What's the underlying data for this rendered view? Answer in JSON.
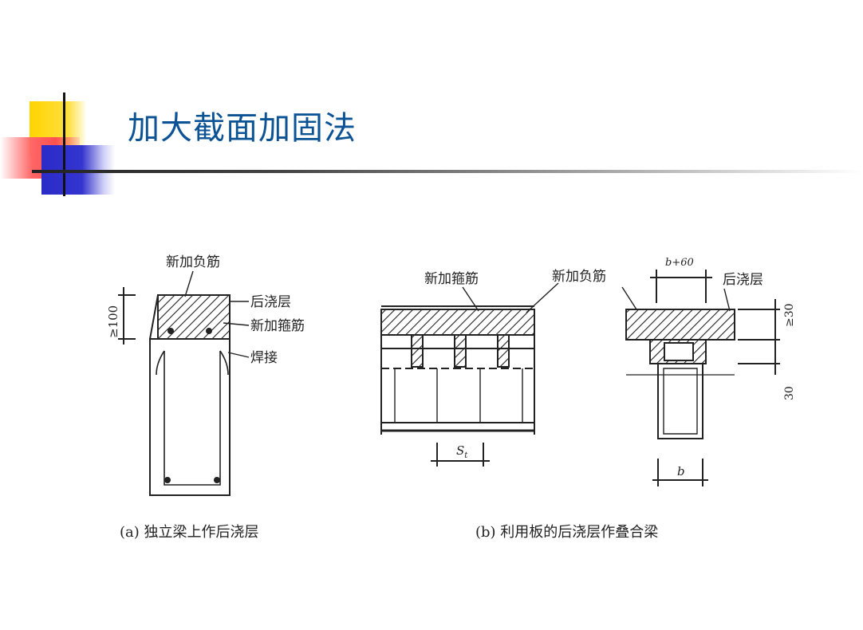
{
  "slide": {
    "title": "加大截面加固法"
  },
  "figure": {
    "a": {
      "labels": {
        "new_negative_rebar": "新加负筋",
        "post_cast_layer": "后浇层",
        "new_stirrup": "新加箍筋",
        "weld": "焊接",
        "dim_height": "≥100"
      },
      "caption": "(a) 独立梁上作后浇层"
    },
    "b": {
      "labels": {
        "new_stirrup": "新加箍筋",
        "new_negative_rebar": "新加负筋",
        "post_cast_layer": "后浇层",
        "dim_top": "b+60",
        "dim_right_top": "≥30",
        "dim_right_bottom": "30",
        "dim_spacing": "S",
        "dim_spacing_sub": "t",
        "dim_width": "b"
      },
      "caption": "(b) 利用板的后浇层作叠合梁"
    }
  },
  "colors": {
    "title": "#0b5394",
    "deco_yellow": "#ffd400",
    "deco_red": "#ff4d4d",
    "deco_blue": "#3333cc",
    "line": "#222222"
  }
}
